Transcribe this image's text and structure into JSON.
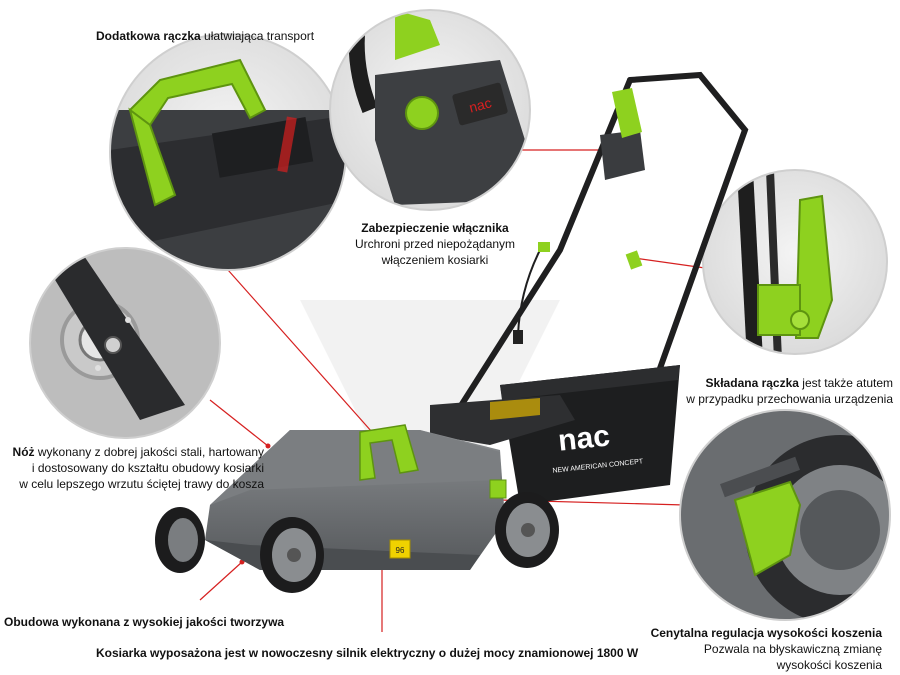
{
  "callouts": {
    "handle": {
      "title": "Dodatkowa rączka",
      "text": " ułatwiająca transport"
    },
    "safety": {
      "title": "Zabezpieczenie włącznika",
      "line1": "Urchroni przed niepożądanym",
      "line2": "włączeniem kosiarki"
    },
    "folding": {
      "title": "Składana rączka",
      "text": " jest także atutem",
      "line2": "w przypadku przechowania urządzenia"
    },
    "blade": {
      "title": "Nóż",
      "text": " wykonany z dobrej jakości stali, hartowany",
      "line2": "i dostosowany do kształtu obudowy kosiarki",
      "line3": "w celu lepszego wrzutu ściętej trawy do kosza"
    },
    "housing": {
      "text": "Obudowa wykonana z wysokiej jakości tworzywa"
    },
    "motor": {
      "text": "Kosiarka wyposażona jest w nowoczesny silnik elektryczny o dużej mocy znamionowej 1800 W"
    },
    "height": {
      "title": "Cenytalna regulacja wysokości koszenia",
      "line1": "Pozwala na błyskawiczną zmianę",
      "line2": "wysokości koszenia"
    }
  },
  "product": {
    "brand": "nac",
    "brand_sub": "NEW AMERICAN CONCEPT",
    "volume_badge": "96",
    "detail_brand": "nac"
  },
  "colors": {
    "accent_green": "#8ed11f",
    "callout_red": "#d62020",
    "body_gray": "#6f7275",
    "dark": "#2a2b2d"
  }
}
